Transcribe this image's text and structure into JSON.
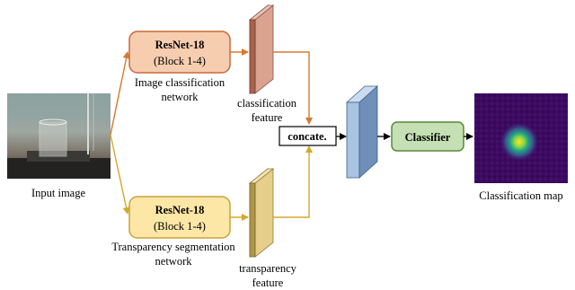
{
  "input": {
    "label": "Input image"
  },
  "networks": [
    {
      "title": "ResNet-18",
      "subtitle": "(Block 1-4)",
      "caption_line1": "Image classification",
      "caption_line2": "network",
      "fill": "#f7cdb0",
      "stroke": "#c8693a",
      "arrow_color": "#d9782e"
    },
    {
      "title": "ResNet-18",
      "subtitle": "(Block 1-4)",
      "caption_line1": "Transparency segmentation",
      "caption_line2": "network",
      "fill": "#fde7a6",
      "stroke": "#c9a23a",
      "arrow_color": "#d4a82a"
    }
  ],
  "features": [
    {
      "line1": "classification",
      "line2": "feature",
      "front": "#d9a38f",
      "side": "#b4715c"
    },
    {
      "line1": "transparency",
      "line2": "feature",
      "front": "#e6cf8a",
      "side": "#bba055"
    }
  ],
  "concat": {
    "label": "concate."
  },
  "fused_feature": {
    "front": "#a9c4e2",
    "side": "#6f8fb9"
  },
  "classifier": {
    "label": "Classifier",
    "fill": "#c5e0b4",
    "stroke": "#5a8a3a"
  },
  "output": {
    "label": "Classification map"
  }
}
